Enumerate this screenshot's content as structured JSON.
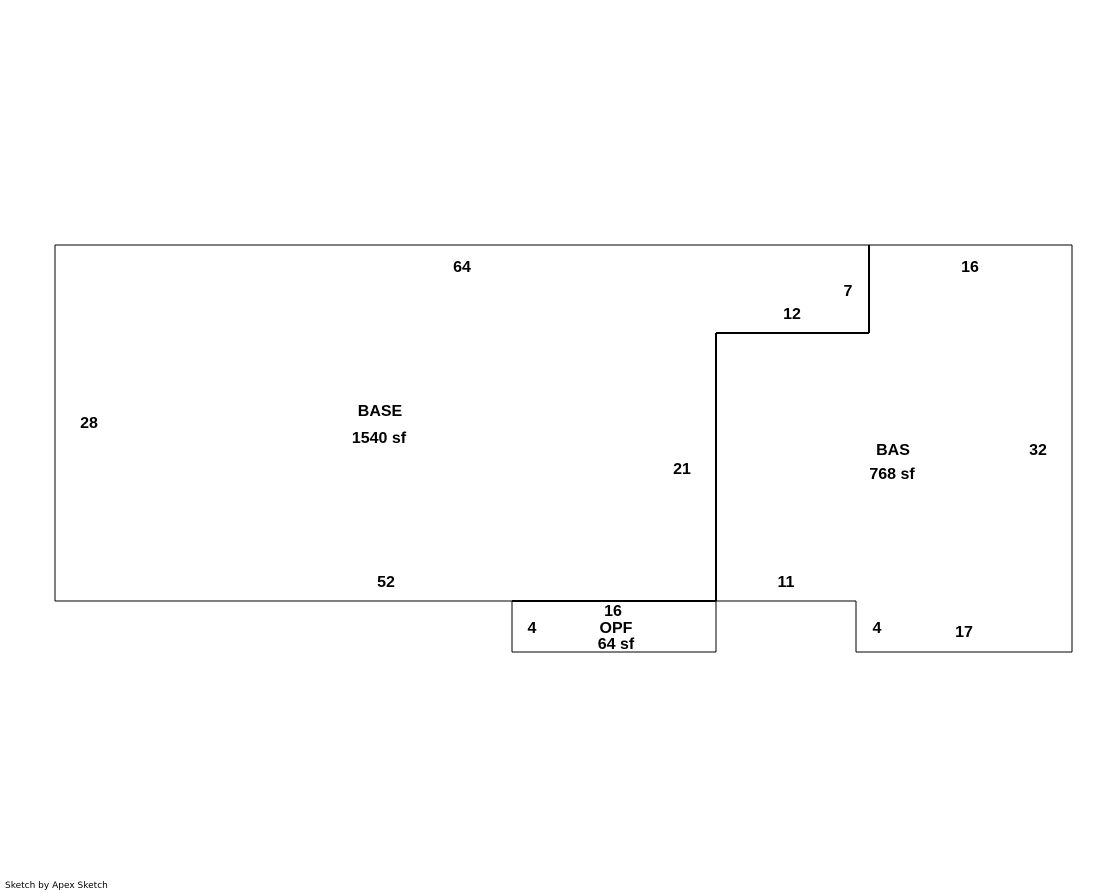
{
  "areas": [
    {
      "code": "BASE",
      "area": "1540 sf"
    },
    {
      "code": "BAS",
      "area": "768 sf"
    },
    {
      "code": "OPF",
      "area": "64 sf"
    }
  ],
  "dimensions": {
    "base_top": "64",
    "base_left": "28",
    "base_bottom": "52",
    "base_right": "21",
    "step_horizontal": "12",
    "step_vertical": "7",
    "bas_top": "16",
    "bas_right": "32",
    "bas_bottom_left": "11",
    "bas_notch": "4",
    "bas_bottom": "17",
    "opf_top": "16",
    "opf_left": "4"
  },
  "footer": {
    "credit": "Sketch by Apex Sketch"
  }
}
